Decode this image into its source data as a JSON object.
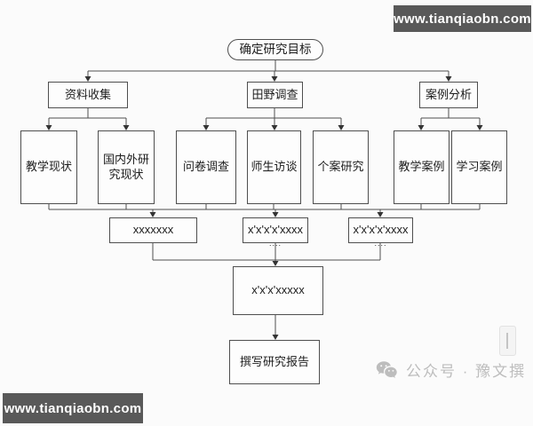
{
  "diagram": {
    "type": "flowchart",
    "nodes": {
      "goal": {
        "label": "确定研究目标"
      },
      "data_collection": {
        "label": "资料收集"
      },
      "field_survey": {
        "label": "田野调查"
      },
      "case_analysis": {
        "label": "案例分析"
      },
      "teaching_status": {
        "label": "教学现状"
      },
      "domestic_foreign_research": {
        "label": "国内外研究现状"
      },
      "questionnaire": {
        "label": "问卷调查"
      },
      "teacher_student_interview": {
        "label": "师生访谈"
      },
      "case_study": {
        "label": "个案研究"
      },
      "teaching_case": {
        "label": "教学案例"
      },
      "learning_case": {
        "label": "学习案例"
      },
      "summary1": {
        "label": "xxxxxxx"
      },
      "summary2": {
        "label": "x'x'x'x'xxxx",
        "dots": "...."
      },
      "summary3": {
        "label": "x'x'x'x'xxxx",
        "dots": "...."
      },
      "synthesis": {
        "label": "x'x'x'xxxxx"
      },
      "report": {
        "label": "撰写研究报告"
      }
    }
  },
  "watermarks": {
    "top_right": {
      "text": "www.tianqiaobn.com"
    },
    "bottom_left": {
      "text": "www.tianqiaobn.com"
    },
    "wechat": {
      "icon": "wechat-icon",
      "label": "公众号 · 豫文撰"
    }
  },
  "colors": {
    "background": "#fbfbfb",
    "box_border": "#4f4f4f",
    "connector_line": "#4f4f4f",
    "watermark_bar": "#595959",
    "watermark_text": "#ffffff",
    "wechat_watermark": "#bdbdbd"
  }
}
